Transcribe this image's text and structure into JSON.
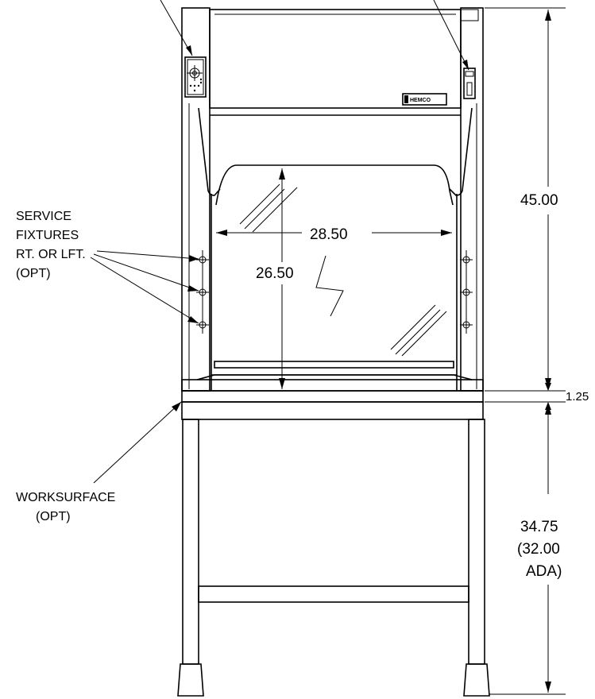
{
  "dimensions": {
    "height_total": "45.00",
    "worksurface_thickness": "1.25",
    "sash_width": "28.50",
    "sash_height": "26.50",
    "base_height": "34.75",
    "base_height_ada_line1": "(32.00",
    "base_height_ada_line2": "ADA)"
  },
  "callouts": {
    "service_fixtures": {
      "line1": "SERVICE",
      "line2": "FIXTURES",
      "line3": "RT. OR LFT.",
      "line4": "(OPT)"
    },
    "worksurface": {
      "line1": "WORKSURFACE",
      "line2": "(OPT)"
    }
  },
  "nameplate": {
    "brand": "HEMCO"
  }
}
